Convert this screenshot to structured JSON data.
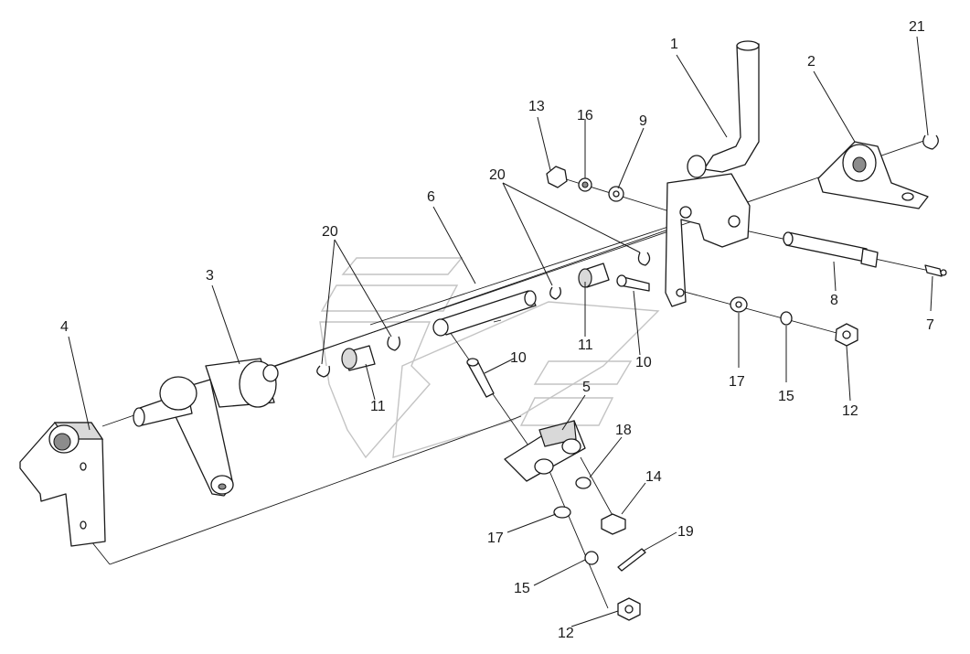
{
  "diagram": {
    "callouts": {
      "c1": "1",
      "c2": "2",
      "c3": "3",
      "c4": "4",
      "c5": "5",
      "c6": "6",
      "c7": "7",
      "c8": "8",
      "c9": "9",
      "c10a": "10",
      "c10b": "10",
      "c11a": "11",
      "c11b": "11",
      "c12a": "12",
      "c12b": "12",
      "c13": "13",
      "c14": "14",
      "c15a": "15",
      "c15b": "15",
      "c16": "16",
      "c17a": "17",
      "c17b": "17",
      "c18": "18",
      "c19": "19",
      "c20a": "20",
      "c20b": "20",
      "c21": "21"
    }
  }
}
